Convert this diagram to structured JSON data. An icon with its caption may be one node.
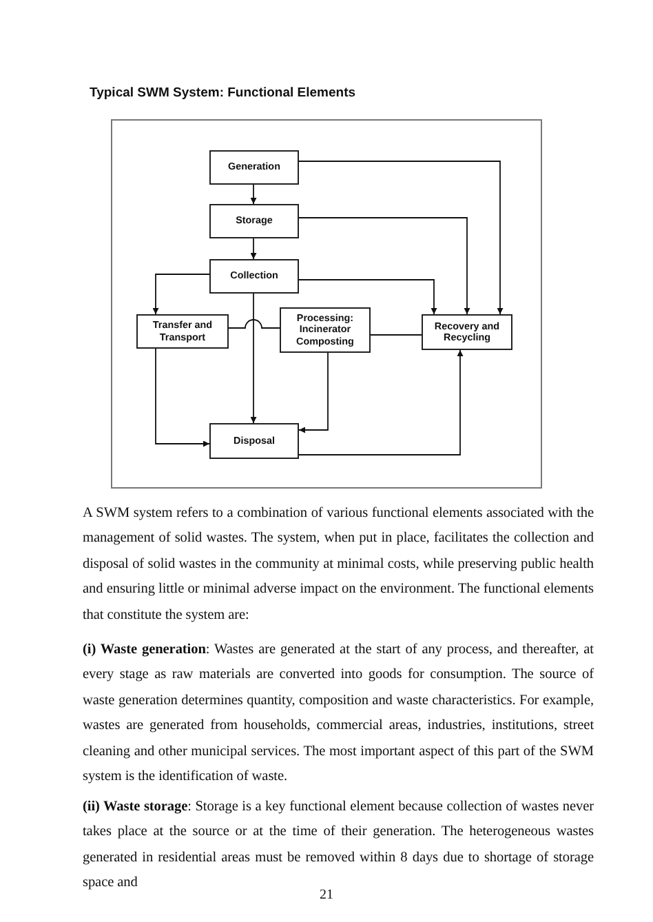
{
  "diagram": {
    "title": "Typical SWM System: Functional Elements",
    "nodes": [
      {
        "text": [
          "Generation"
        ]
      },
      {
        "text": [
          "Storage"
        ]
      },
      {
        "text": [
          "Collection"
        ]
      },
      {
        "text": [
          "Transfer and Transport"
        ]
      },
      {
        "text": [
          "Processing: Incinerator Composting"
        ]
      },
      {
        "text": [
          "Recovery and Recycling"
        ]
      },
      {
        "text": [
          "Disposal"
        ]
      }
    ],
    "edges": [
      {
        "from": 0,
        "to": 1,
        "arrow": "to"
      },
      {
        "from": 1,
        "to": 2,
        "arrow": "to"
      },
      {
        "from": 0,
        "to": 5,
        "arrow": "to"
      },
      {
        "from": 1,
        "to": 5,
        "arrow": "to"
      },
      {
        "from": 2,
        "to": 5,
        "arrow": "to"
      },
      {
        "from": 2,
        "to": 3,
        "arrow": "to"
      },
      {
        "from": 2,
        "to": 6,
        "arrow": "to"
      },
      {
        "from": 3,
        "to": 6,
        "arrow": "to"
      },
      {
        "from": 4,
        "to": 6,
        "arrow": "to"
      },
      {
        "from": 6,
        "to": 5,
        "arrow": "to"
      },
      {
        "from": 3,
        "to": 4,
        "arrow": "none"
      },
      {
        "from": 4,
        "to": 5,
        "arrow": "none"
      }
    ],
    "labels": [
      "A SWM system refers to a combination of various functional elements associated with the management of solid wastes. The system, when put in place, facilitates the collection and disposal of solid wastes in the community at minimal costs, while preserving public health and ensuring little or minimal adverse impact on the environment. The functional elements that constitute the system are:",
      "**(i) Waste generation**: Wastes are generated at the start of any process, and thereafter, at every stage as raw materials are converted into goods for consumption. The source of waste generation determines quantity, composition and waste characteristics. For example, wastes are generated from households, commercial areas, industries, institutions, street cleaning and other municipal services. The most important aspect of this part of the SWM system is the identification of waste.",
      "**(ii) Waste storage**: Storage is a key functional element because collection of wastes never takes place at the source or at the time of their generation. The heterogeneous wastes generated in residential areas must be removed within 8 days due to shortage of storage space and",
      "21"
    ]
  }
}
